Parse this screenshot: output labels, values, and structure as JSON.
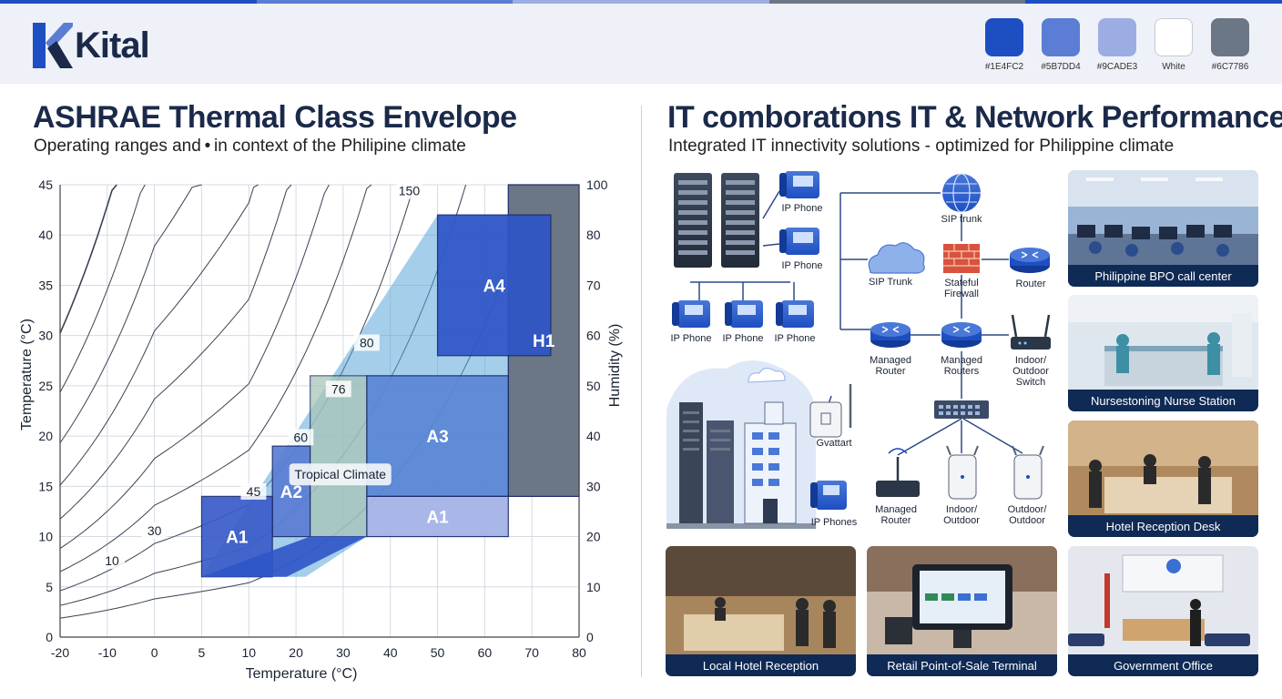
{
  "brand": {
    "logo_text": "Kital"
  },
  "palette": [
    {
      "hex": "#1E4FC2",
      "label": "#1E4FC2"
    },
    {
      "hex": "#5B7DD4",
      "label": "#5B7DD4"
    },
    {
      "hex": "#9CADE3",
      "label": "#9CADE3"
    },
    {
      "hex": "#FFFFFF",
      "label": "White"
    },
    {
      "hex": "#6C7786",
      "label": "#6C7786"
    }
  ],
  "left": {
    "title": "ASHRAE Thermal Class Envelope",
    "subtitle": "Operating ranges and • in context of the Philipine climate"
  },
  "right": {
    "title": "IT comborations IT & Network Performance",
    "subtitle": "Integrated IT innectivity solutions - optimized for Philippine climate"
  },
  "chart_data": {
    "type": "area",
    "xlabel": "Temperature (°C)",
    "ylabel_left": "Temperature (°C)",
    "ylabel_right": "Humidity (%)",
    "x_ticks": [
      -20,
      -10,
      0,
      5,
      10,
      20,
      30,
      40,
      50,
      60,
      70,
      80
    ],
    "y_ticks": [
      0,
      5,
      10,
      15,
      20,
      25,
      30,
      35,
      40,
      45
    ],
    "y2_ticks": [
      0,
      10,
      20,
      30,
      40,
      50,
      60,
      70,
      80,
      100
    ],
    "curve_labels": [
      {
        "text": "10",
        "x": -9,
        "y": 7.5
      },
      {
        "text": "30",
        "x": 0,
        "y": 10.5
      },
      {
        "text": "45",
        "x": 11,
        "y": 14.4
      },
      {
        "text": "60",
        "x": 21,
        "y": 19.8
      },
      {
        "text": "76",
        "x": 29,
        "y": 24.6
      },
      {
        "text": "80",
        "x": 35,
        "y": 29.2
      },
      {
        "text": "150",
        "x": 44,
        "y": 44.3
      }
    ],
    "regions": [
      {
        "name": "H1",
        "label": "H1",
        "color": "#6C7786",
        "x": [
          65,
          80
        ],
        "y": [
          14,
          45
        ]
      },
      {
        "name": "A4",
        "label": "A4",
        "color": "#2f55c7",
        "x": [
          50,
          74
        ],
        "y": [
          28,
          42
        ]
      },
      {
        "name": "A3",
        "label": "A3",
        "color": "#5a86d6",
        "x": [
          35,
          65
        ],
        "y": [
          14,
          26
        ]
      },
      {
        "name": "A1-right",
        "label": "A1",
        "color": "#a9b5e8",
        "x": [
          35,
          65
        ],
        "y": [
          10,
          14
        ]
      },
      {
        "name": "A2",
        "label": "A2",
        "color": "#5b7dd4",
        "x": [
          15,
          23
        ],
        "y": [
          10,
          19
        ]
      },
      {
        "name": "A1-left",
        "label": "A1",
        "color": "#3a5cc9",
        "x": [
          5,
          15
        ],
        "y": [
          6,
          14
        ]
      },
      {
        "name": "Tropical Climate",
        "label": "Tropical Climate",
        "color": "#a9c5b8",
        "x": [
          23,
          35
        ],
        "y": [
          10,
          26
        ]
      }
    ]
  },
  "network": {
    "labels": {
      "ip_phone_1": "IP Phone",
      "ip_phone_2": "IP Phone",
      "ip_phone_3": "IP Phone",
      "ip_phone_4": "IP Phone",
      "ip_phone_5": "IP Phone",
      "sip_trunk_top": "SIP trunk",
      "sip_trunk_cloud": "SIP Trunk",
      "firewall_1": "Stateful",
      "firewall_2": "Firewall",
      "router_top": "Router",
      "managed_router_a1": "Managed",
      "managed_router_a2": "Router",
      "managed_routers_1": "Managed",
      "managed_routers_2": "Routers",
      "io_switch_1": "Indoor/",
      "io_switch_2": "Outdoor",
      "io_switch_3": "Switch",
      "gateway": "Gvattart",
      "ip_phones": "IP Phones",
      "managed_router_b1": "Managed",
      "managed_router_b2": "Router",
      "indoor_outdoor_1": "Indoor/",
      "indoor_outdoor_2": "Outdoor",
      "outdoor_1": "Outdoor/",
      "outdoor_2": "Outdoor"
    }
  },
  "photos": [
    {
      "caption": "Philippine BPO call center"
    },
    {
      "caption": "Nursestoning Nurse Station"
    },
    {
      "caption": "Hotel Reception Desk"
    },
    {
      "caption": "Local Hotel Reception"
    },
    {
      "caption": "Retail Point-of-Sale Terminal"
    },
    {
      "caption": "Government Office"
    }
  ]
}
